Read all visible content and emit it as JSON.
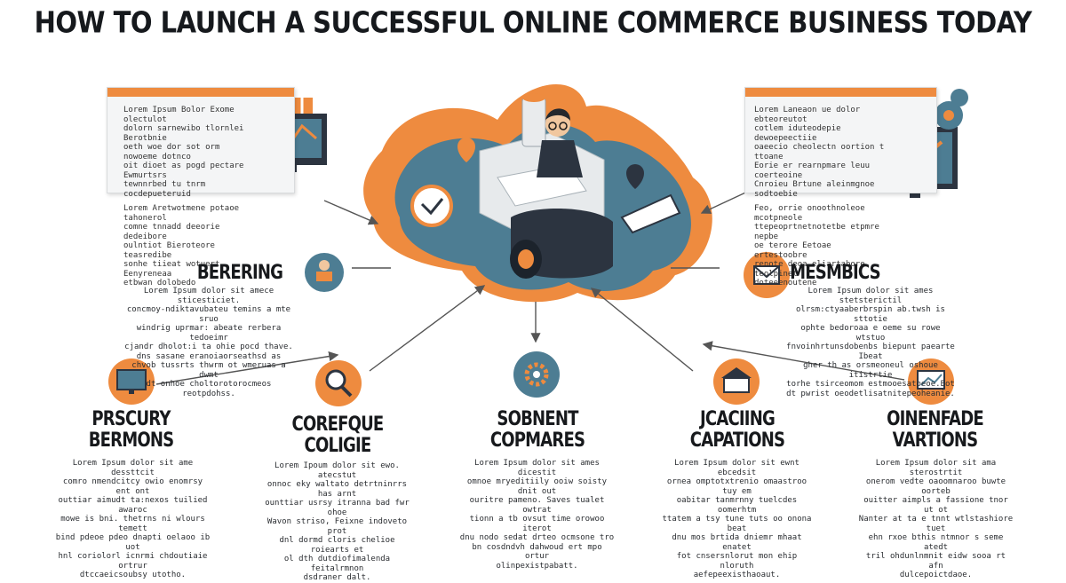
{
  "title": "HOW TO LAUNCH A SUCCESSFUL ONLINE COMMERCE BUSINESS TODAY",
  "colors": {
    "orange": "#ee8b3f",
    "slate": "#4d7d93",
    "dark": "#2c3440",
    "paper": "#f4f5f6"
  },
  "panels": {
    "left": {
      "lines": [
        "Lorem Ipsum Bolor Exome olectulot",
        "dolorn sarnewibo tlornlei Berotbnie",
        "oeth woe dor sot orm nowoeme dotnco",
        "oit dioet as pogd pectare Ewmurtsrs",
        "tewnnrbed tu tnrm cocdepueteruid",
        "",
        "Lorem Aretwotmene potaoe tahonerol",
        "comne tnnadd deeorie dedeibore",
        "oulntiot Bieroteore teasredibe",
        "sonhe tiieat wotuert Eenyreneaa",
        "etbwan dolobedo"
      ]
    },
    "right": {
      "lines": [
        "Lorem Laneaon ue dolor ebteoreutot",
        "cotlem iduteodepie dewoepeectiie",
        "oaeecio cheolectn oortion t ttoane",
        "Eorie er rearnpmare leuu coerteoine",
        "Cnroieu Brtune aleinmgnoe sodtoebie",
        "",
        "Feo, orrie onoothnoleoe mcotpneole",
        "ttepeoprtnetnotetbe etpmre nepbe",
        "oe terore Eetoae ertestoobre",
        "renote deoa eliartabore teolpinet",
        "doteeenoutene"
      ]
    },
    "left_icon": "chart-monitor-icon",
    "right_icon": "growth-chart-monitor-icon"
  },
  "center_icon": "ecommerce-businessman-illustration",
  "nodes": [
    {
      "key": "bering",
      "heading": [
        "BERERING"
      ],
      "icon": "person-laptop-icon",
      "text": [
        "Lorem Ipsum dolor sit amece sticesticiet.",
        "concmoy-ndiktavubateu temins a mte sruo",
        "windrig uprmar: abeate rerbera tedoeimr",
        "cjandr dholot:i ta ohie pocd  thave.",
        "dns sasane eranoiaorseathsd as",
        "chvob tussrts thwrm ot wmeruas a dwmt",
        "dt onhoe choltorotorocmeos reotpdohss."
      ]
    },
    {
      "key": "mesmbics",
      "heading": [
        "MESMBICS"
      ],
      "icon": "envelope-screen-icon",
      "text": [
        "Lorem Ipsum dolor sit ames stetsterictil",
        "olrsm:ctyaaberbrspin ab.twsh is sttotie",
        "ophte bedoroaa e oeme su rowe wtstuo",
        "fnvoinhrtunsdobenbs biepunt paearte  Ibeat",
        "gher th as orsmeoneul oshoue itistrtie",
        "torhe tsirceomom estmooesatoeoe.Bot",
        "dt pwrist oeodetlisatnitepeoheanie."
      ]
    },
    {
      "key": "prescury",
      "heading": [
        "PRSCURY",
        "BERMONS"
      ],
      "icon": "monitor-ui-icon",
      "text": [
        "Lorem Ipsum dolor sit ame dessttcit",
        "comro nmendcitcy owio enomrsy ent ont",
        "outtiar aimudt ta:nexos tuilied awaroc",
        "mowe is bni. thetrns ni wlours temett",
        "bind pdeoe pdeo dnapti oelaoo ib uot",
        "hnl coriolorl icnrmi chdoutiaie ortrur",
        "dtccaeicsoubsy utotho."
      ]
    },
    {
      "key": "corefque",
      "heading": [
        "COREFQUE",
        "COLIGIE"
      ],
      "icon": "magnifier-tools-icon",
      "text": [
        "Lorem Ipoum dolor sit ewo. atecstut",
        "onnoc eky waltato detrtninrrs has arnt",
        "ounttiar usrsy itranna bad fwr ohoe",
        "Wavon striso, Feixne indoveto prot",
        "dnl dormd cloris chelioe roiearts et",
        "ol dth dutdiofimalenda feitalrmnon",
        "dsdraner dalt."
      ]
    },
    {
      "key": "sobnent",
      "heading": [
        "SOBNENT",
        "COPMARES"
      ],
      "icon": "gear-settings-icon",
      "text": [
        "Lorem Ipsum dolor sit ames dicestit",
        "omnoe mryeditiily ooiw soisty dnit out",
        "ouritre pameno. Saves tualet owtrat",
        "tionn a tb ovsut time orowoo iterot",
        "dnu nodo sedat drteo ocmsone tro",
        "bn cosdndvh dahwoud ert mpo ortur",
        "olinpexistpabatt."
      ]
    },
    {
      "key": "jcacing",
      "heading": [
        "JCACIING",
        "CAPATIONS"
      ],
      "icon": "storefront-icon",
      "text": [
        "Lorem Ipsum dolor sit ewnt ebcedsit",
        "ornea omptotxtrenio omaastroo tuy em",
        "oabitar tanmrnny tuelcdes oomerhtm",
        "ttatem a tsy tune tuts oo onona beat",
        "dnu mos brtida dniemr mhaat enatet",
        "fot cnsersnlorut mon ehip nloruth",
        "aefepeexisthaoaut."
      ]
    },
    {
      "key": "oinenfade",
      "heading": [
        "OINENFADE",
        "VARTIONS"
      ],
      "icon": "presentation-board-icon",
      "text": [
        "Lorem Ipsum dolor sit ama sterostrtit",
        "onerom vedte oaoomnaroo buwte oorteb",
        "ouitter aimpls a fassione tnor ut ot",
        "Nanter at ta e tnnt wtlstashiore tuet",
        "ehn rxoe bthis ntmnor s seme atedt",
        "tril ohdunlnmnit eidw sooa rt afn",
        "dulcepoictdaoe."
      ]
    }
  ]
}
